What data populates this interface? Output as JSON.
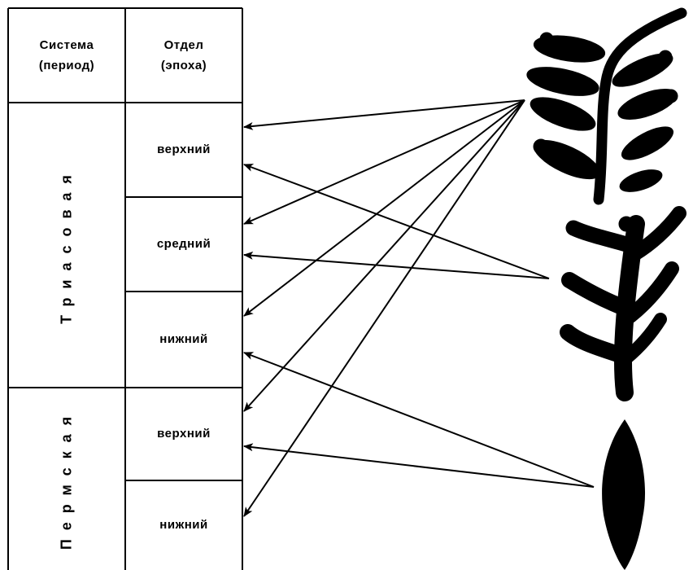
{
  "table": {
    "header": {
      "system_line1": "Система",
      "system_line2": "(период)",
      "division_line1": "Отдел",
      "division_line2": "(эпоха)"
    },
    "systems": [
      {
        "name": "Триасовая"
      },
      {
        "name": "Пермская"
      }
    ],
    "divisions": [
      {
        "label": "верхний"
      },
      {
        "label": "средний"
      },
      {
        "label": "нижний"
      },
      {
        "label": "верхний"
      },
      {
        "label": "нижний"
      }
    ]
  },
  "fossils": [
    {
      "icon": "fern-frond-icon",
      "links_to_divisions": [
        0,
        1,
        2,
        3,
        4
      ]
    },
    {
      "icon": "lobed-leaf-icon",
      "links_to_divisions": [
        0,
        1
      ]
    },
    {
      "icon": "lanceolate-leaf-icon",
      "links_to_divisions": [
        2,
        3
      ]
    }
  ],
  "colors": {
    "ink": "#000000",
    "background": "#ffffff"
  }
}
